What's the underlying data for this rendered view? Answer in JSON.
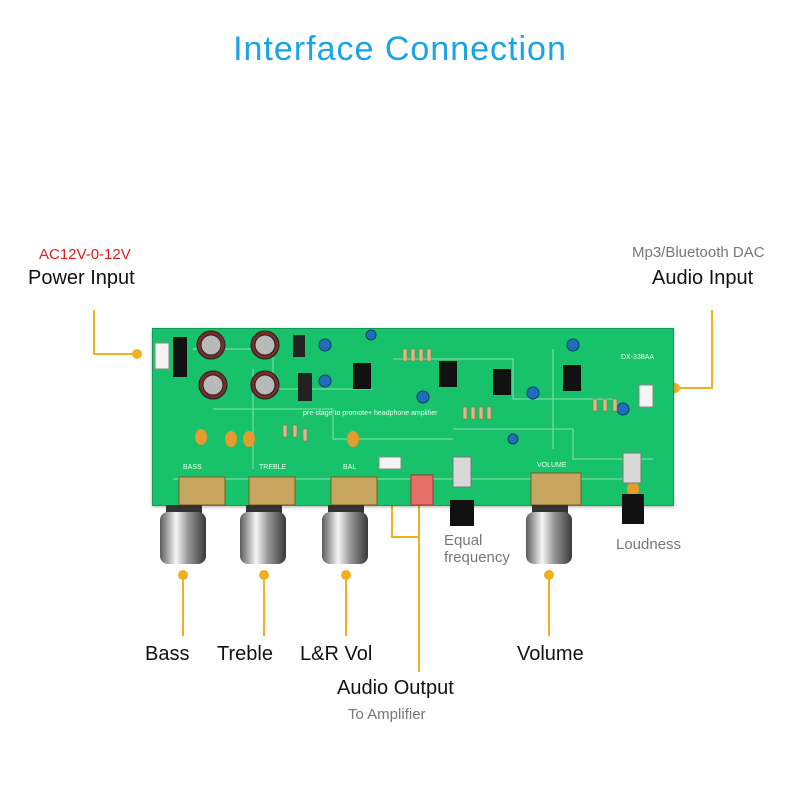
{
  "title": "Interface  Connection",
  "power": {
    "voltage": "AC12V-0-12V",
    "label": "Power Input"
  },
  "audio_input": {
    "source": "Mp3/Bluetooth DAC",
    "label": "Audio Input"
  },
  "controls": {
    "bass": "Bass",
    "treble": "Treble",
    "lr_vol": "L&R Vol",
    "volume": "Volume",
    "equal_frequency": "Equal\nfrequency",
    "loudness": "Loudness"
  },
  "audio_output": {
    "label": "Audio Output",
    "note": "To Amplifier"
  },
  "board_silkscreen": {
    "bass": "BASS",
    "treble": "TREBLE",
    "bal": "BAL",
    "volume": "VOLUME",
    "model": "DX-338AA",
    "caption": "pre-stage to promote+ headphone amplifier"
  },
  "colors": {
    "title": "#1aa3e6",
    "leader": "#f2b01e",
    "pcb": "#17c26a",
    "voltage": "#e01c1c"
  }
}
